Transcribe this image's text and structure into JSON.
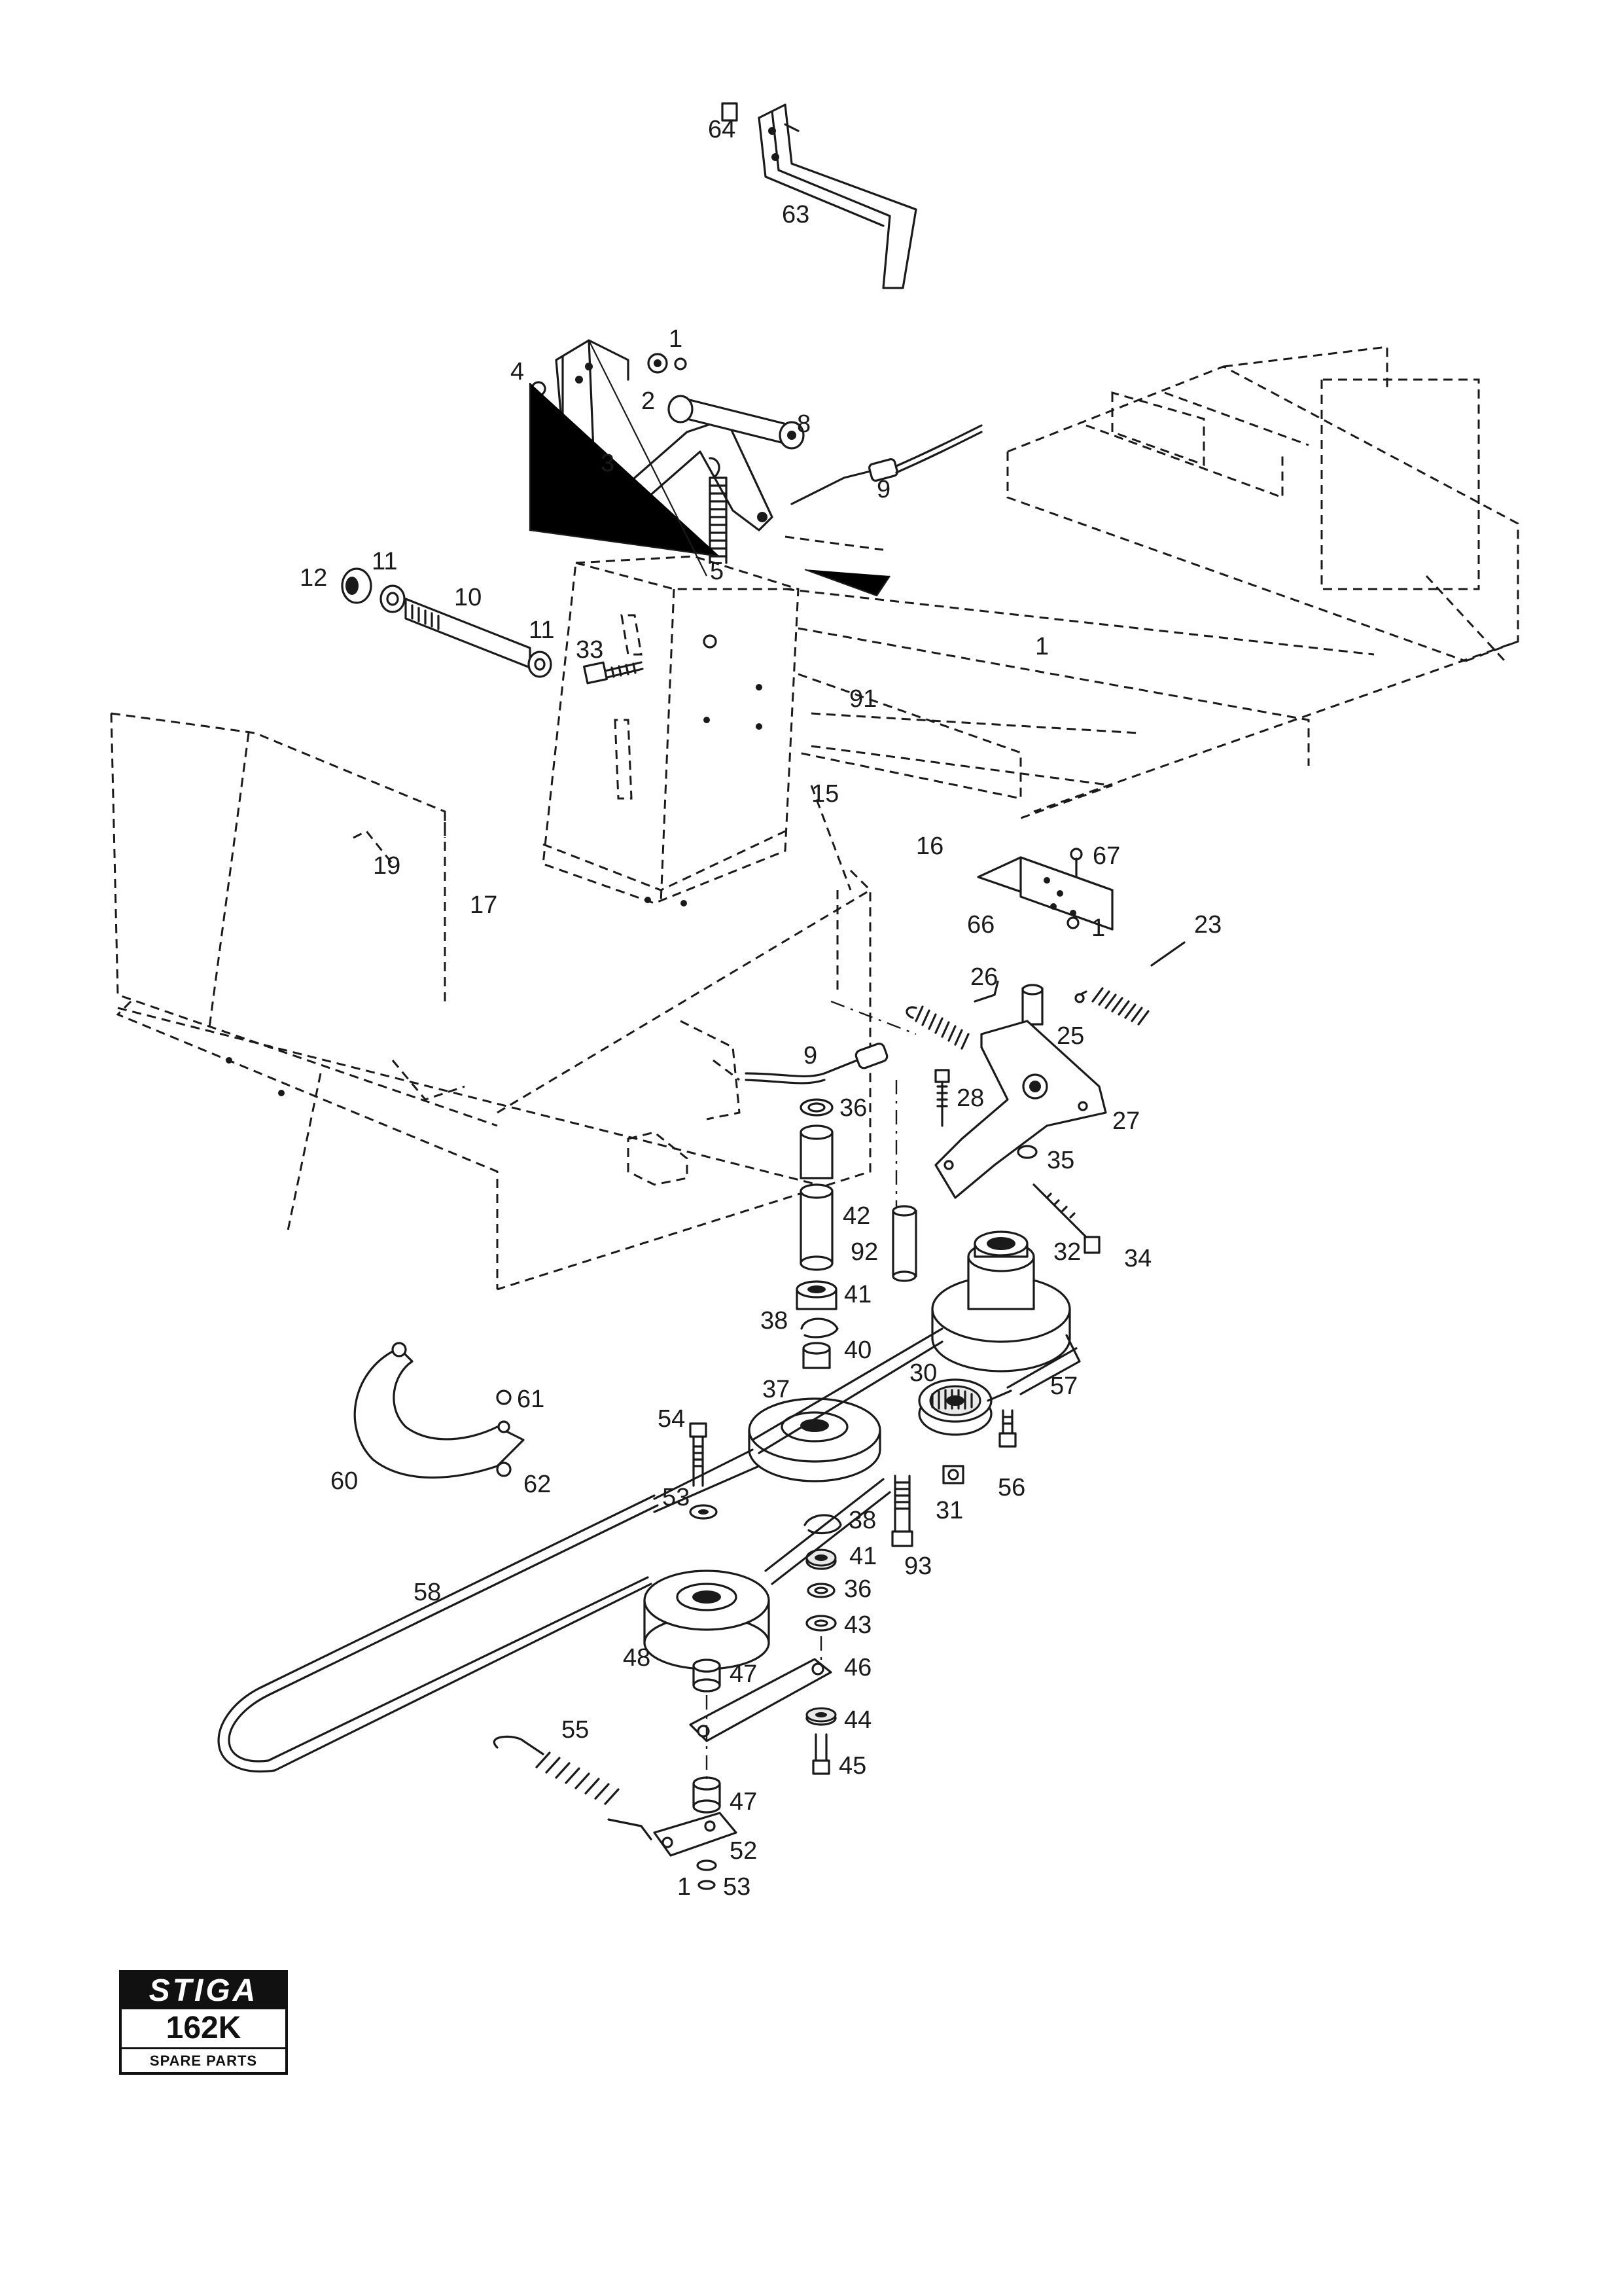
{
  "title": "",
  "diagram": {
    "labels": [
      {
        "id": "l64",
        "text": "64"
      },
      {
        "id": "l63",
        "text": "63"
      },
      {
        "id": "l1a",
        "text": "1"
      },
      {
        "id": "l4",
        "text": "4"
      },
      {
        "id": "l2",
        "text": "2"
      },
      {
        "id": "l8",
        "text": "8"
      },
      {
        "id": "l3",
        "text": "3"
      },
      {
        "id": "l9a",
        "text": "9"
      },
      {
        "id": "l12",
        "text": "12"
      },
      {
        "id": "l11a",
        "text": "11"
      },
      {
        "id": "l10",
        "text": "10"
      },
      {
        "id": "l5",
        "text": "5"
      },
      {
        "id": "l11b",
        "text": "11"
      },
      {
        "id": "l33",
        "text": "33"
      },
      {
        "id": "l1b",
        "text": "1"
      },
      {
        "id": "l91",
        "text": "91"
      },
      {
        "id": "l15",
        "text": "15"
      },
      {
        "id": "l16",
        "text": "16"
      },
      {
        "id": "l19",
        "text": "19"
      },
      {
        "id": "l17",
        "text": "17"
      },
      {
        "id": "l67",
        "text": "67"
      },
      {
        "id": "l66",
        "text": "66"
      },
      {
        "id": "l1c",
        "text": "1"
      },
      {
        "id": "l23",
        "text": "23"
      },
      {
        "id": "l26",
        "text": "26"
      },
      {
        "id": "l25",
        "text": "25"
      },
      {
        "id": "l9b",
        "text": "9"
      },
      {
        "id": "l36a",
        "text": "36"
      },
      {
        "id": "l28",
        "text": "28"
      },
      {
        "id": "l27",
        "text": "27"
      },
      {
        "id": "l35",
        "text": "35"
      },
      {
        "id": "l42",
        "text": "42"
      },
      {
        "id": "l92",
        "text": "92"
      },
      {
        "id": "l32",
        "text": "32"
      },
      {
        "id": "l34",
        "text": "34"
      },
      {
        "id": "l41a",
        "text": "41"
      },
      {
        "id": "l38a",
        "text": "38"
      },
      {
        "id": "l40",
        "text": "40"
      },
      {
        "id": "l30",
        "text": "30"
      },
      {
        "id": "l37",
        "text": "37"
      },
      {
        "id": "l57",
        "text": "57"
      },
      {
        "id": "l61",
        "text": "61"
      },
      {
        "id": "l54",
        "text": "54"
      },
      {
        "id": "l60",
        "text": "60"
      },
      {
        "id": "l62",
        "text": "62"
      },
      {
        "id": "l31",
        "text": "31"
      },
      {
        "id": "l56",
        "text": "56"
      },
      {
        "id": "l53a",
        "text": "53"
      },
      {
        "id": "l38b",
        "text": "38"
      },
      {
        "id": "l41b",
        "text": "41"
      },
      {
        "id": "l93",
        "text": "93"
      },
      {
        "id": "l58",
        "text": "58"
      },
      {
        "id": "l36b",
        "text": "36"
      },
      {
        "id": "l43",
        "text": "43"
      },
      {
        "id": "l48",
        "text": "48"
      },
      {
        "id": "l47a",
        "text": "47"
      },
      {
        "id": "l46",
        "text": "46"
      },
      {
        "id": "l44",
        "text": "44"
      },
      {
        "id": "l45",
        "text": "45"
      },
      {
        "id": "l55",
        "text": "55"
      },
      {
        "id": "l47b",
        "text": "47"
      },
      {
        "id": "l52",
        "text": "52"
      },
      {
        "id": "l53b",
        "text": "53"
      },
      {
        "id": "l1d",
        "text": "1"
      }
    ]
  },
  "logo": {
    "brand": "STIGA",
    "model": "162K",
    "subtitle": "SPARE PARTS"
  }
}
